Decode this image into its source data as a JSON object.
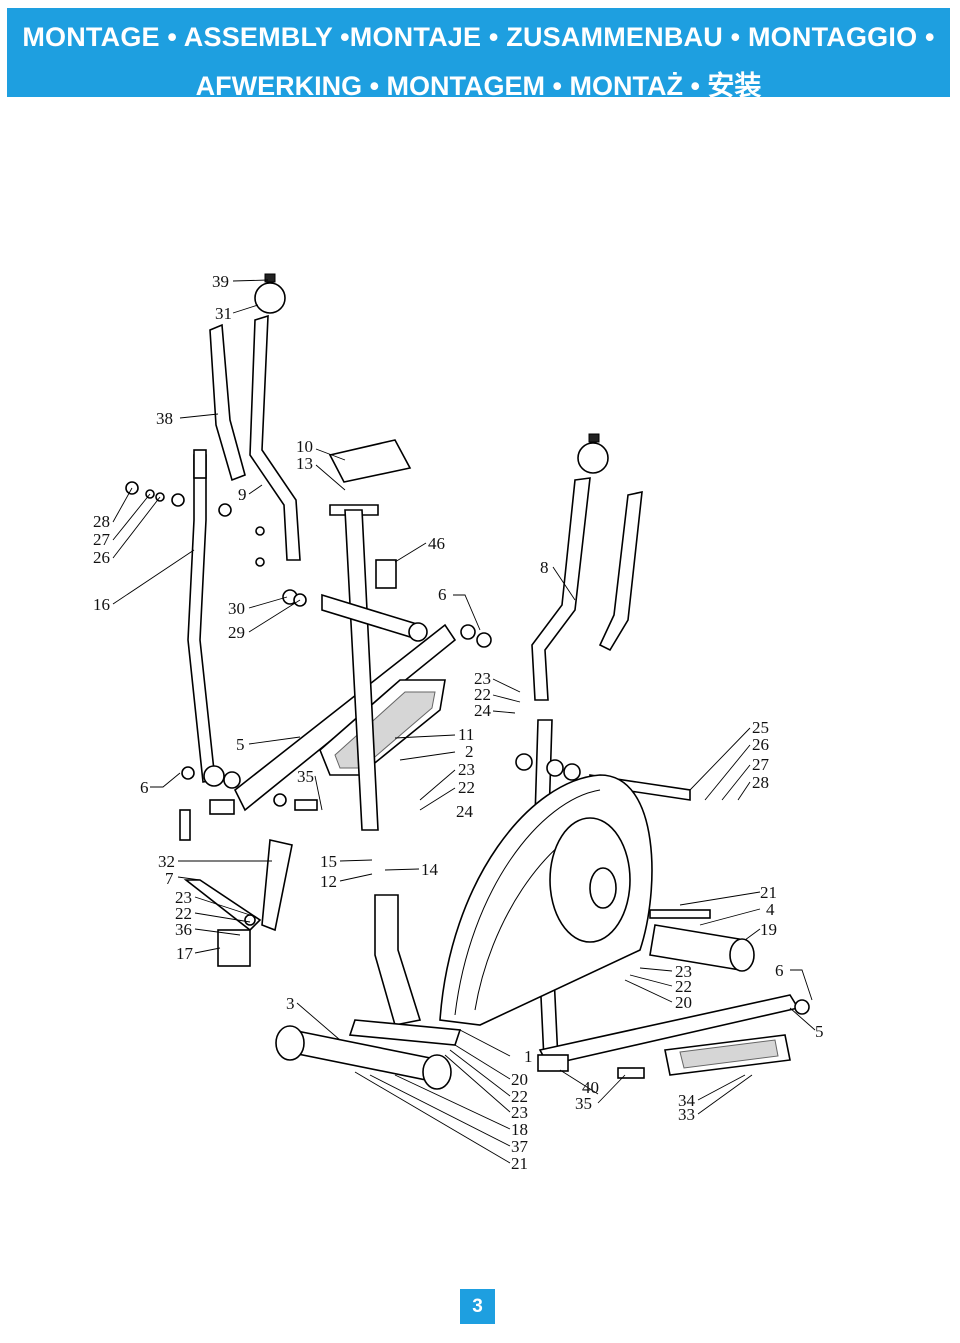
{
  "header": {
    "line1": "MONTAGE • ASSEMBLY •MONTAJE • ZUSAMMENBAU • MONTAGGIO •",
    "line2": "AFWERKING • MONTAGEM • MONTAŻ • 安装",
    "background": "#1e9fe0"
  },
  "callouts": {
    "c39": "39",
    "c31": "31",
    "c38": "38",
    "c10": "10",
    "c13": "13",
    "c9": "9",
    "c28": "28",
    "c27": "27",
    "c26": "26",
    "c46": "46",
    "c8": "8",
    "c16": "16",
    "c30": "30",
    "c29": "29",
    "c6a": "6",
    "c23a": "23",
    "c22a": "22",
    "c24a": "24",
    "c5a": "5",
    "c11": "11",
    "c2": "2",
    "c23b": "23",
    "c22b": "22",
    "c24b": "24",
    "c25": "25",
    "c26b": "26",
    "c27b": "27",
    "c28b": "28",
    "c6b": "6",
    "c35a": "35",
    "c32": "32",
    "c7": "7",
    "c23c": "23",
    "c22c": "22",
    "c36": "36",
    "c17": "17",
    "c15": "15",
    "c12": "12",
    "c14": "14",
    "c21a": "21",
    "c4": "4",
    "c19": "19",
    "c23d": "23",
    "c6c": "6",
    "c22d": "22",
    "c20a": "20",
    "c3": "3",
    "c5b": "5",
    "c1": "1",
    "c20b": "20",
    "c22e": "22",
    "c23e": "23",
    "c18": "18",
    "c37": "37",
    "c21b": "21",
    "c40": "40",
    "c35b": "35",
    "c34": "34",
    "c33": "33"
  },
  "page_number": "3"
}
